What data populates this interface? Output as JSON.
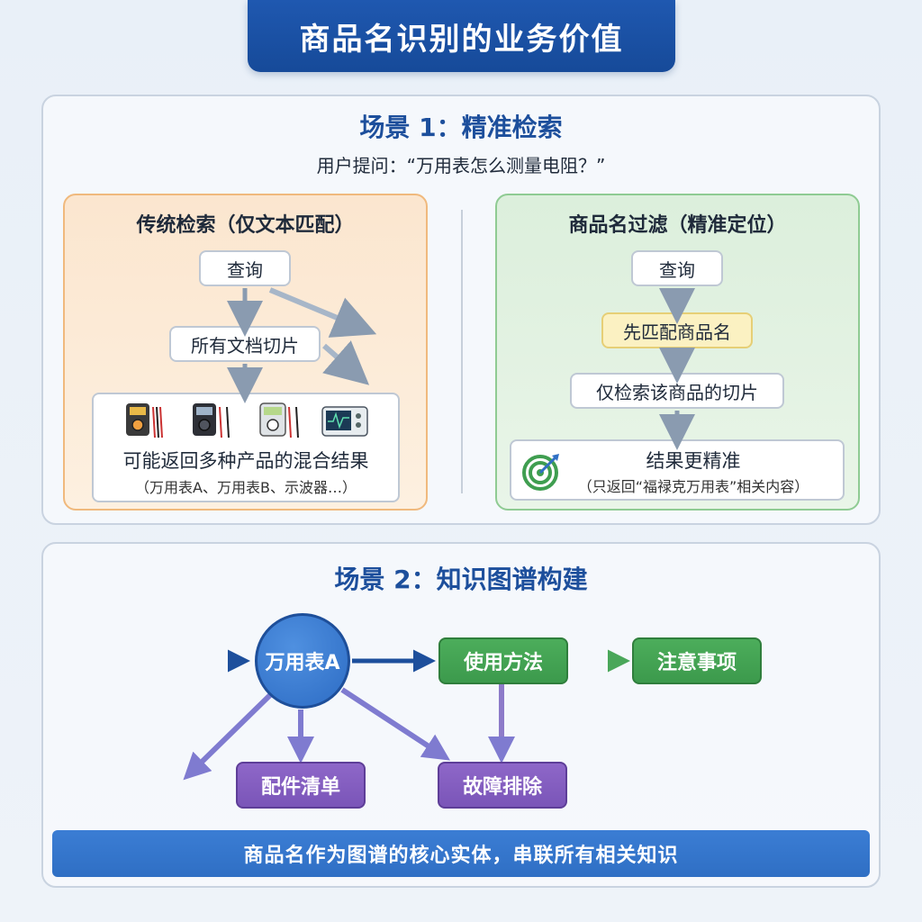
{
  "title": "商品名识别的业务价值",
  "scene1": {
    "heading": "场景 1：精准检索",
    "question": "用户提问：“万用表怎么测量电阻？”",
    "traditional": {
      "title": "传统检索（仅文本匹配）",
      "query": "查询",
      "all_docs": "所有文档切片",
      "result_line1": "可能返回多种产品的混合结果",
      "result_line2": "（万用表A、万用表B、示波器…）",
      "icons": [
        "multimeter-icon",
        "multimeter-icon",
        "multimeter-icon",
        "oscilloscope-icon"
      ]
    },
    "filter": {
      "title": "商品名过滤（精准定位）",
      "query": "查询",
      "match_first": "先匹配商品名",
      "only_search": "仅检索该商品的切片",
      "result_line1": "结果更精准",
      "result_line2": "（只返回“福禄克万用表”相关内容）",
      "icon": "target-icon"
    }
  },
  "scene2": {
    "heading": "场景 2：知识图谱构建",
    "center_node": "万用表A",
    "usage": "使用方法",
    "notes": "注意事项",
    "parts": "配件清单",
    "troubleshoot": "故障排除"
  },
  "footer": "商品名作为图谱的核心实体，串联所有相关知识",
  "colors": {
    "brand_blue": "#1f58b0",
    "orange_panel": "#fbe6cf",
    "green_panel": "#dcefdc",
    "node_green": "#4cad5b",
    "node_purple": "#8e67c8",
    "node_blue": "#3d7fd6"
  }
}
